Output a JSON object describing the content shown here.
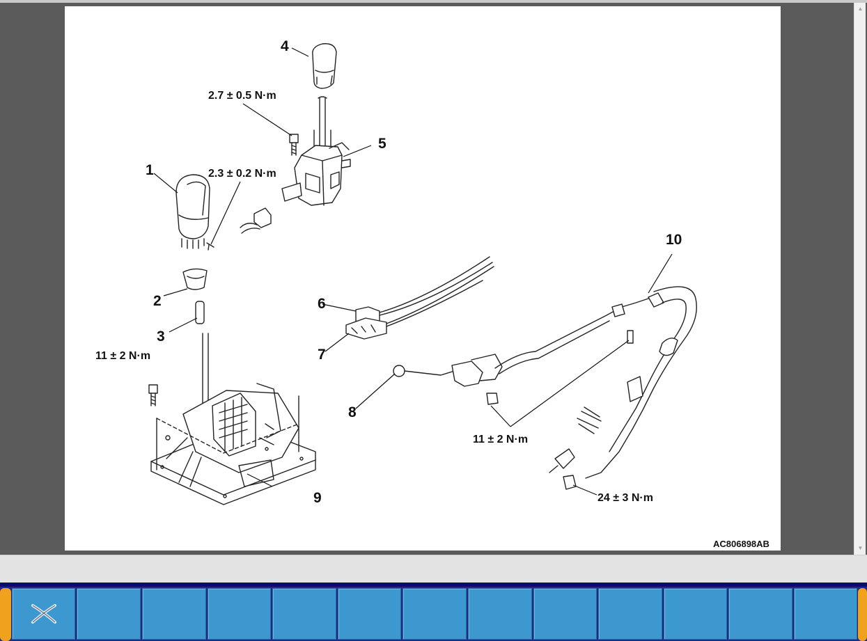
{
  "diagram": {
    "callouts": [
      "1",
      "2",
      "3",
      "4",
      "5",
      "6",
      "7",
      "8",
      "9",
      "10"
    ],
    "torques": {
      "t1": "2.7 ± 0.5 N·m",
      "t2": "2.3 ± 0.2 N·m",
      "t3": "11 ± 2 N·m",
      "t4": "11 ± 2 N·m",
      "t5": "24 ± 3 N·m"
    },
    "figure_id": "AC806898AB"
  },
  "toolbar": {
    "close_icon": "close-x-icon",
    "button_count": 13
  },
  "colors": {
    "viewer_bg": "#5b5b5b",
    "toolbar_bg": "#1e2a8a",
    "button": "#3d98cf",
    "edge_cap": "#f0a21e"
  }
}
